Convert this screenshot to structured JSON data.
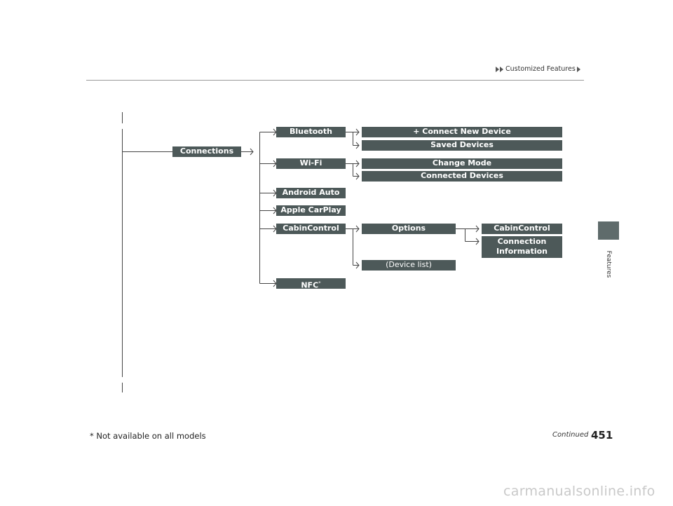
{
  "header": {
    "breadcrumb": "Customized Features"
  },
  "side_tab": {
    "label": "Features"
  },
  "tree": {
    "root": "Connections",
    "bluetooth": "Bluetooth",
    "connect_new_device": "+ Connect New Device",
    "saved_devices": "Saved Devices",
    "wifi": "Wi-Fi",
    "change_mode": "Change Mode",
    "connected_devices": "Connected Devices",
    "android_auto": "Android Auto",
    "apple_carplay": "Apple CarPlay",
    "cabincontrol": "CabinControl",
    "options": "Options",
    "options_cabincontrol": "CabinControl",
    "connection_information_line1": "Connection",
    "connection_information_line2": "Information",
    "device_list": "(Device list)",
    "nfc": "NFC",
    "nfc_mark": "*"
  },
  "footer": {
    "footnote": "* Not available on all models",
    "continued": "Continued",
    "page_number": "451"
  },
  "watermark": "carmanualsonline.info"
}
